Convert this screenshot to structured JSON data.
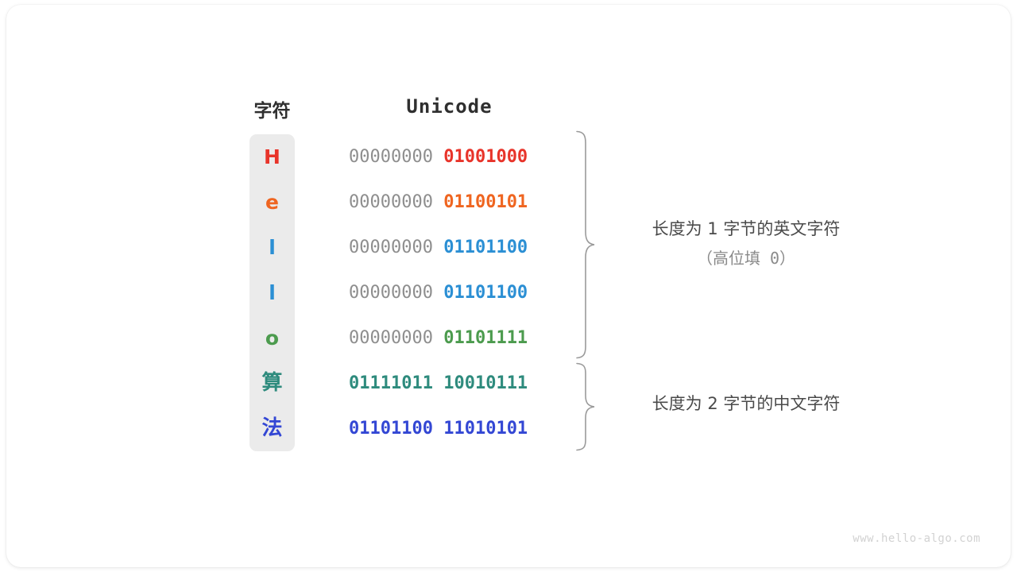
{
  "figure": {
    "headers": {
      "character": "字符",
      "unicode": "Unicode"
    },
    "rows": [
      {
        "char": "H",
        "char_color": "#e8342a",
        "high_byte": "00000000",
        "low_byte": "01001000",
        "high_colored": false,
        "is_cjk": false
      },
      {
        "char": "e",
        "char_color": "#ef6520",
        "high_byte": "00000000",
        "low_byte": "01100101",
        "high_colored": false,
        "is_cjk": false
      },
      {
        "char": "l",
        "char_color": "#2b8fd4",
        "high_byte": "00000000",
        "low_byte": "01101100",
        "high_colored": false,
        "is_cjk": false
      },
      {
        "char": "l",
        "char_color": "#2b8fd4",
        "high_byte": "00000000",
        "low_byte": "01101100",
        "high_colored": false,
        "is_cjk": false
      },
      {
        "char": "o",
        "char_color": "#4c9b4e",
        "high_byte": "00000000",
        "low_byte": "01101111",
        "high_colored": false,
        "is_cjk": false
      },
      {
        "char": "算",
        "char_color": "#2e8b7d",
        "high_byte": "01111011",
        "low_byte": "10010111",
        "high_colored": true,
        "is_cjk": true
      },
      {
        "char": "法",
        "char_color": "#3347d4",
        "high_byte": "01101100",
        "low_byte": "11010101",
        "high_colored": true,
        "is_cjk": true
      }
    ],
    "annotations": [
      {
        "line1": "长度为 1 字节的英文字符",
        "line2": "（高位填 0）"
      },
      {
        "line1": "长度为 2 字节的中文字符",
        "line2": ""
      }
    ],
    "watermark": "www.hello-algo.com",
    "colors": {
      "char_column_bg": "#ebebeb",
      "gray_byte": "#8e8e8e",
      "brace": "#9a9a9a",
      "annotation_text": "#4a4a4a",
      "annotation_sub": "#8a8a8a",
      "header_text": "#2f2f2f"
    }
  }
}
